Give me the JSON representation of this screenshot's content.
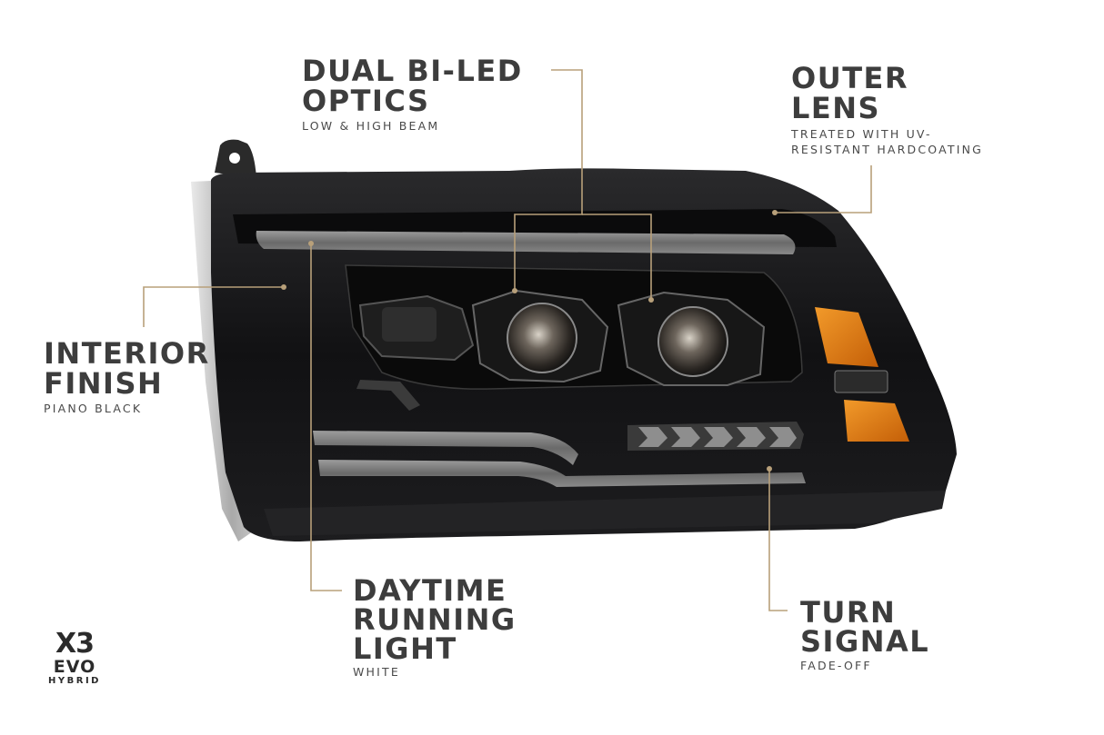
{
  "callouts": {
    "optics": {
      "title": [
        "DUAL BI-LED",
        "OPTICS"
      ],
      "subtitle": "LOW & HIGH BEAM"
    },
    "lens": {
      "title": [
        "OUTER",
        "LENS"
      ],
      "subtitle": [
        "TREATED WITH UV-",
        "RESISTANT HARDCOATING"
      ]
    },
    "interior": {
      "title": [
        "INTERIOR",
        "FINISH"
      ],
      "subtitle": "PIANO BLACK"
    },
    "drl": {
      "title": [
        "DAYTIME",
        "RUNNING",
        "LIGHT"
      ],
      "subtitle": "WHITE"
    },
    "turn": {
      "title": [
        "TURN",
        "SIGNAL"
      ],
      "subtitle": "FADE-OFF"
    }
  },
  "logo": {
    "mark": "X3",
    "line2": "EVO",
    "line3": "HYBRID"
  },
  "colors": {
    "leader": "#b8a07a",
    "title": "#3d3d3d",
    "housing": "#1a1a1a",
    "amber": "#e07d12",
    "chrome": "#c9c9c9"
  }
}
